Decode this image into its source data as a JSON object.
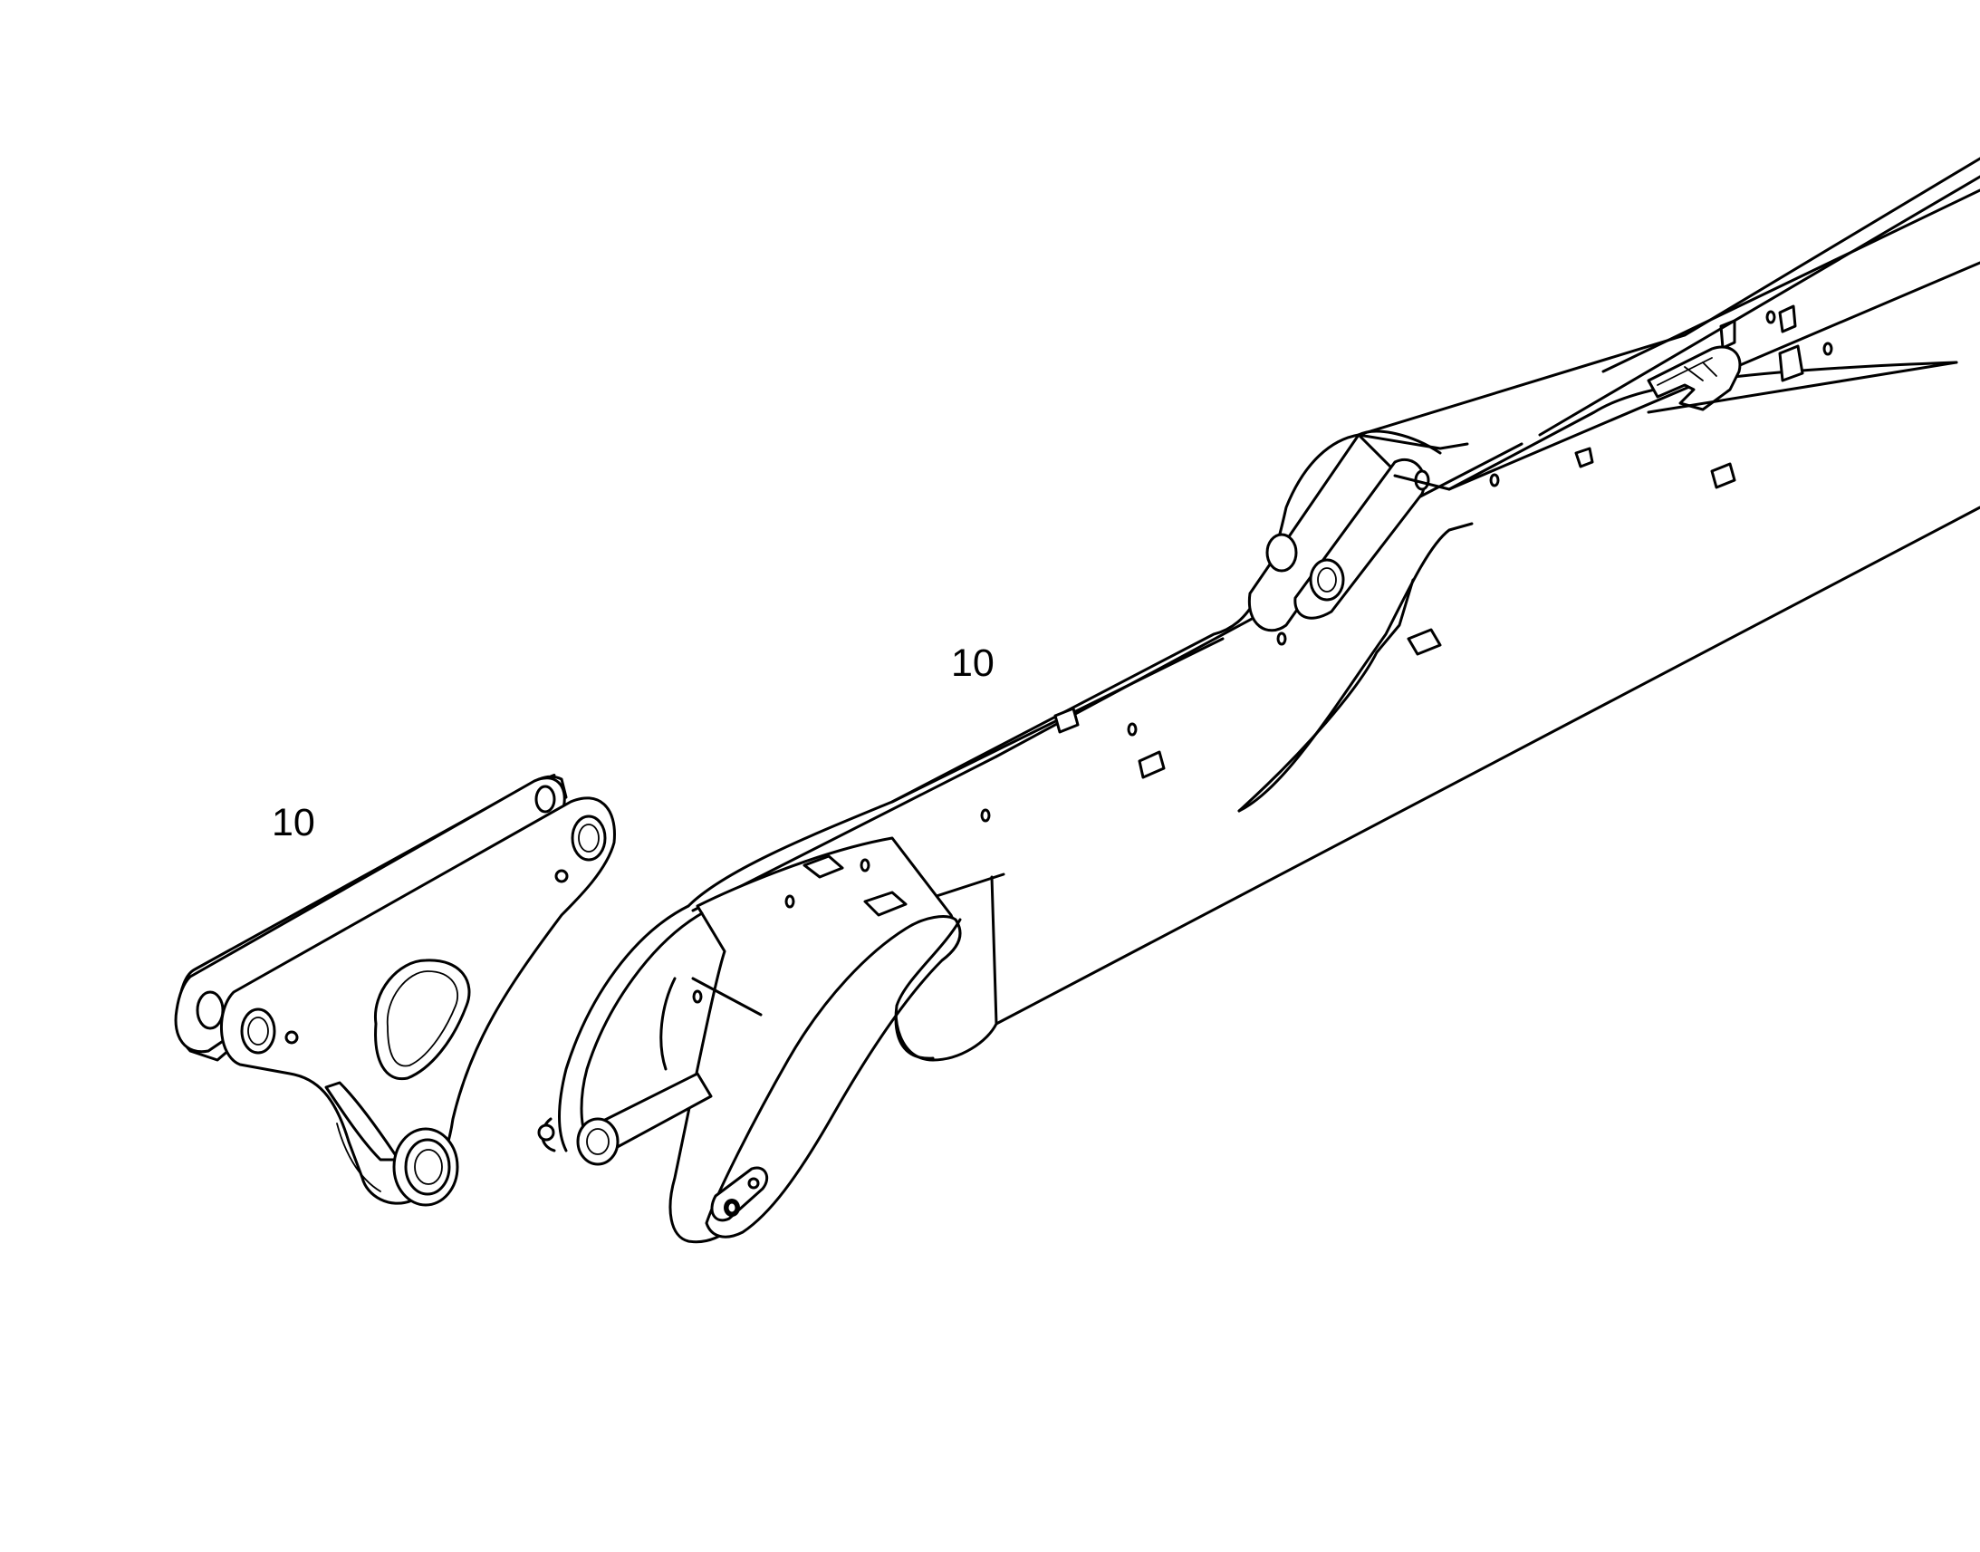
{
  "diagram": {
    "callouts": [
      {
        "id": "callout-link",
        "text": "10"
      },
      {
        "id": "callout-boom",
        "text": "10"
      }
    ]
  }
}
